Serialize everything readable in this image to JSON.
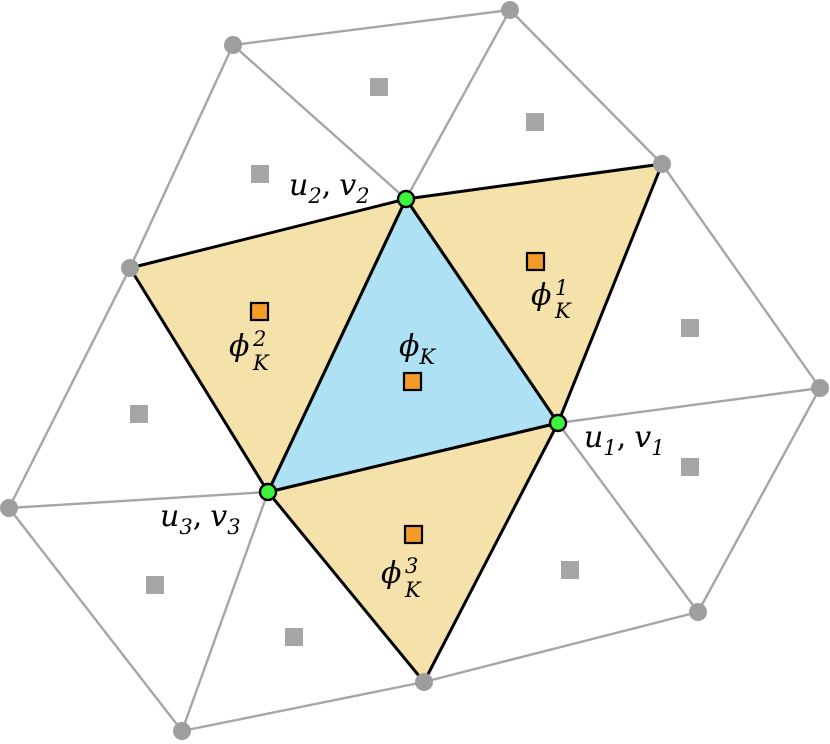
{
  "colors": {
    "background": "#ffffff",
    "grid_edge": "#a6a6a6",
    "grid_node": "#9e9e9e",
    "dof_marker": "#a6a6a6",
    "center_fill": "#aee1f3",
    "neighbor_fill": "#f5e2ab",
    "element_edge": "#000000",
    "vertex_fill": "#3cf43c",
    "local_dof_fill": "#f39c28"
  },
  "labels": {
    "phi": "ϕ",
    "u": "u",
    "v": "v",
    "comma": ",",
    "element_index": "K",
    "vertex_1": "1",
    "vertex_2": "2",
    "vertex_3": "3",
    "neighbor_1": "1",
    "neighbor_2": "2",
    "neighbor_3": "3"
  }
}
